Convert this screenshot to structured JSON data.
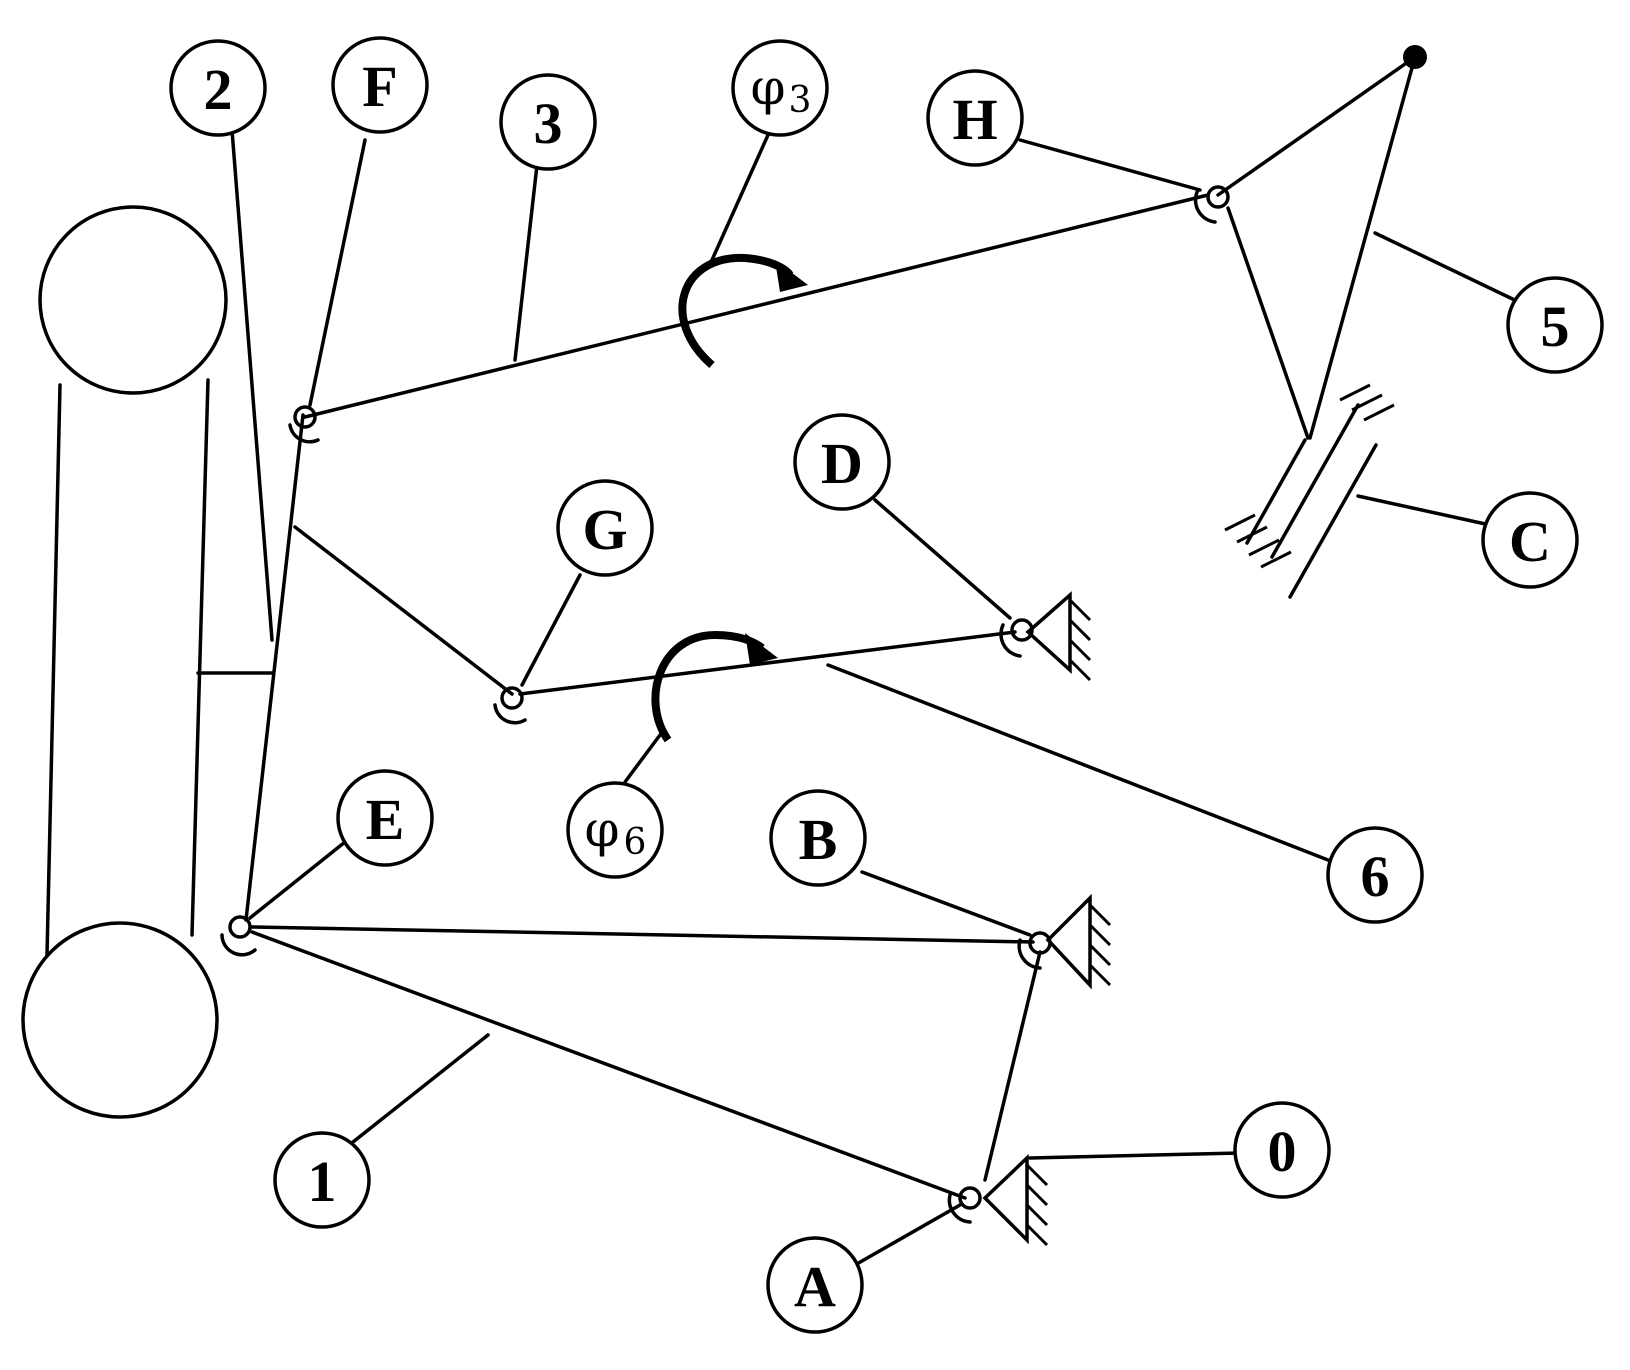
{
  "labels": {
    "link_2": "2",
    "joint_F": "F",
    "link_3": "3",
    "phi3_symbol": "φ",
    "phi3_sub": "3",
    "joint_H": "H",
    "link_5": "5",
    "joint_D": "D",
    "joint_G": "G",
    "joint_C": "C",
    "joint_E": "E",
    "phi6_symbol": "φ",
    "phi6_sub": "6",
    "joint_B": "B",
    "link_6": "6",
    "link_1": "1",
    "link_0": "0",
    "joint_A": "A"
  },
  "colors": {
    "stroke": "#000000",
    "background": "#ffffff"
  }
}
